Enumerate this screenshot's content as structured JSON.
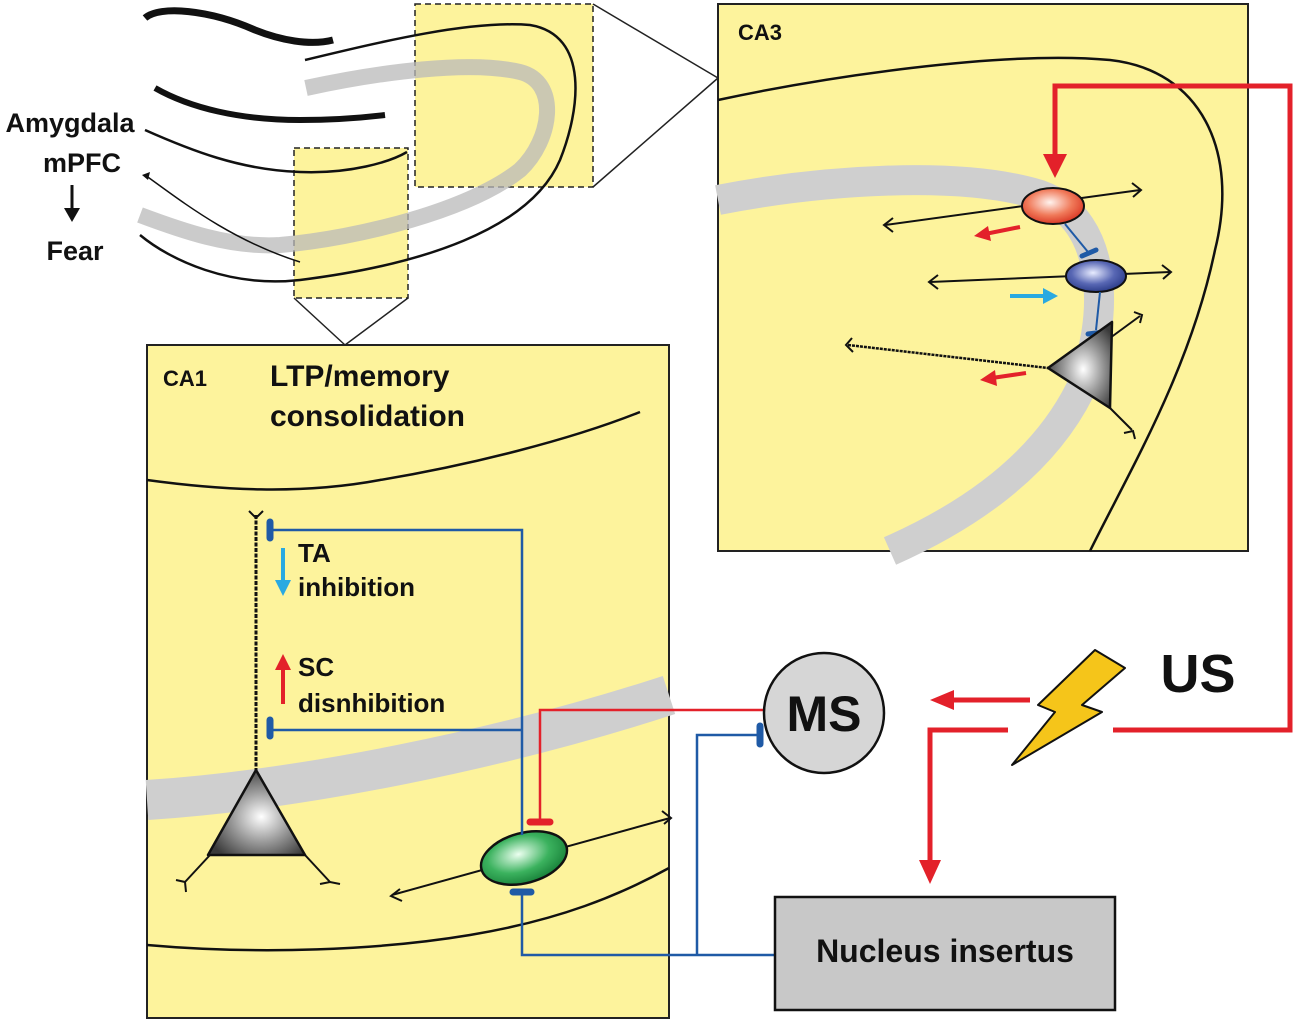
{
  "left_labels": {
    "amygdala": "Amygdala",
    "mpfc": "mPFC",
    "fear": "Fear"
  },
  "ca3_panel": {
    "title": "CA3"
  },
  "ca1_panel": {
    "title": "CA1",
    "subtitle_line1": "LTP/memory",
    "subtitle_line2": "consolidation",
    "ta_label": "TA",
    "ta_effect": "inhibition",
    "sc_label": "SC",
    "sc_effect": "disnhibition"
  },
  "nodes": {
    "ms": "MS",
    "us": "US",
    "nucleus_insertus": "Nucleus insertus"
  },
  "colors": {
    "panel_fill": "#fdf39c",
    "excitatory_red": "#e3212a",
    "inhibitory_blue": "#1f5aa6",
    "arrow_cyan": "#29a9e1",
    "band_gray": "#cfcfcf",
    "ms_fill": "#d6d6d6",
    "ni_fill": "#c8c8c8",
    "bolt_yellow": "#f5c51a",
    "red_cell": "#ea4a2f",
    "blue_cell": "#2d3f8f",
    "green_cell": "#1f9a44"
  },
  "icons": [
    "lightning-bolt-icon",
    "pyramidal-neuron-icon",
    "interneuron-icon"
  ]
}
